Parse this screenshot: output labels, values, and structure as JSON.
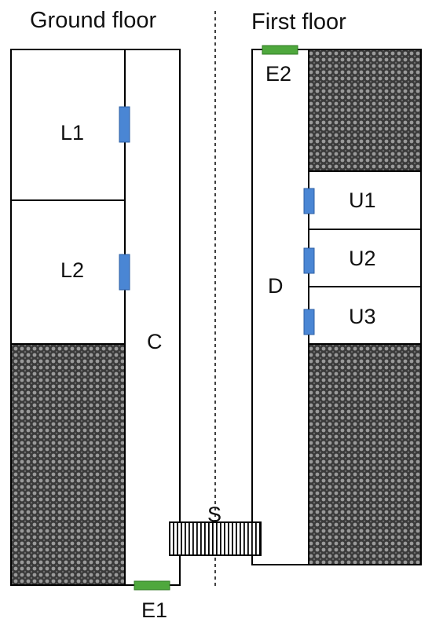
{
  "diagram": {
    "floors": {
      "ground": {
        "title": "Ground floor"
      },
      "first": {
        "title": "First floor"
      }
    },
    "rooms": {
      "L1": "L1",
      "L2": "L2",
      "U1": "U1",
      "U2": "U2",
      "U3": "U3"
    },
    "corridors": {
      "C": "C",
      "D": "D"
    },
    "stair": {
      "label": "S"
    },
    "exits": {
      "E1": "E1",
      "E2": "E2"
    },
    "colors": {
      "door": "#4a86d4",
      "exit": "#4fa83d",
      "wall": "#000000",
      "blocked": "#3a3a3a"
    }
  }
}
